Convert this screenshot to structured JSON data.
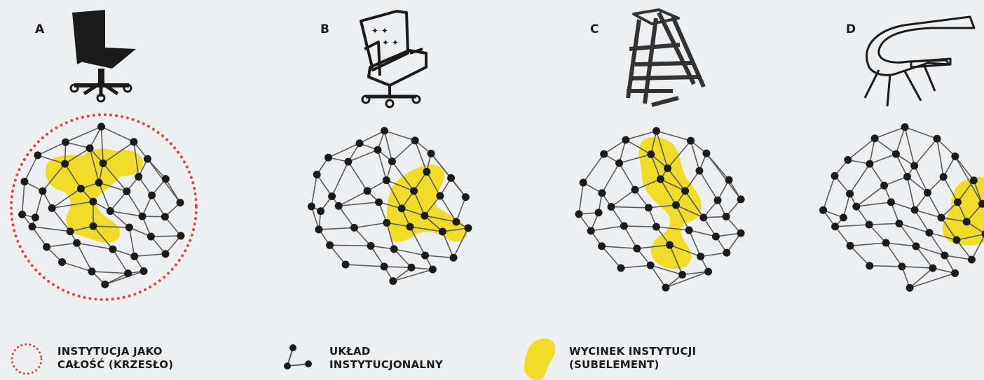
{
  "panels": [
    {
      "letter": "A",
      "object": "office-chair"
    },
    {
      "letter": "B",
      "object": "armchair"
    },
    {
      "letter": "C",
      "object": "library-ladder-chair"
    },
    {
      "letter": "D",
      "object": "sculptural-chair"
    }
  ],
  "legend": {
    "institution": {
      "line1": "INSTYTUCJA JAKO",
      "line2": "CAŁOŚĆ (KRZESŁO)"
    },
    "system": {
      "line1": "UKŁAD",
      "line2": "INSTYTUCJONALNY"
    },
    "segment": {
      "line1": "WYCINEK INSTYTUCJI",
      "line2": "(SUBELEMENT)"
    }
  },
  "colors": {
    "background": "#eeeff1",
    "node": "#1b1b1b",
    "edge": "#5a5a5a",
    "highlight": "#f2dc2a",
    "dotted_circle": "#d9473c"
  }
}
